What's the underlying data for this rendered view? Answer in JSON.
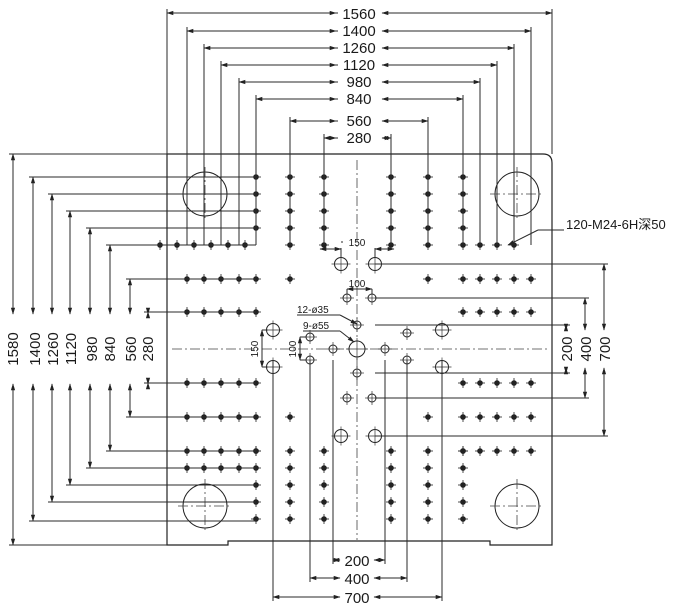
{
  "dimensions": {
    "top": [
      "1560",
      "1400",
      "1260",
      "1120",
      "980",
      "840",
      "560",
      "280"
    ],
    "left": [
      "1580",
      "1400",
      "1260",
      "1120",
      "980",
      "840",
      "560",
      "280"
    ],
    "bottom": [
      "200",
      "400",
      "700"
    ],
    "right": [
      "200",
      "400",
      "700"
    ],
    "center_small": {
      "h150": "150",
      "h100": "100",
      "v150": "150",
      "v100": "100"
    }
  },
  "callouts": {
    "threaded_holes": "120-M24-6H深50",
    "holes_35": "12-ø35",
    "holes_55": "9-ø55"
  }
}
